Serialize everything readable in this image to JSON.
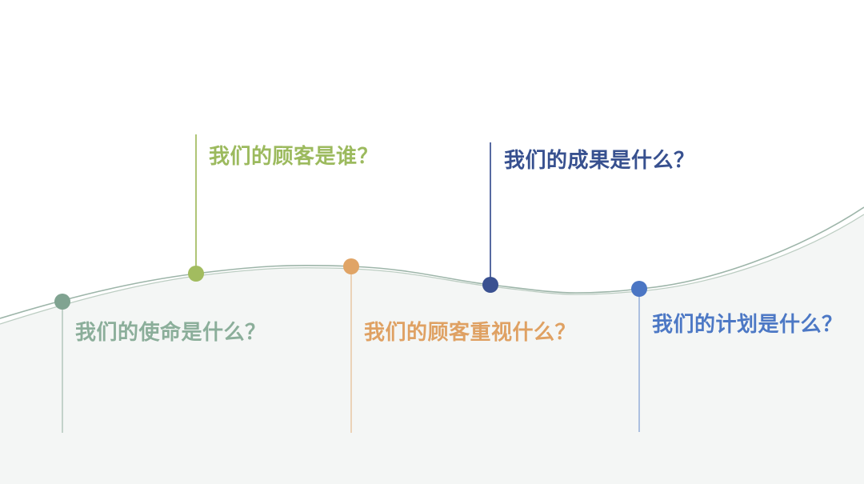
{
  "slide": {
    "background": "#ffffff",
    "curve": {
      "line_color": "#9DB5A9",
      "area_edge_color": "#BCCDC2",
      "area_fill": "#F4F6F5"
    }
  },
  "questions": [
    {
      "id": "mission",
      "label": "我们的使命是什么？",
      "color": "#8BAE9A",
      "dot_color": "#80A391",
      "position": "below-curve"
    },
    {
      "id": "customer",
      "label": "我们的顾客是谁？",
      "color": "#9CBA5E",
      "dot_color": "#A2BC5F",
      "position": "above-curve"
    },
    {
      "id": "customer_value",
      "label": "我们的顾客重视什么？",
      "color": "#DFA163",
      "dot_color": "#E0A466",
      "position": "below-curve"
    },
    {
      "id": "results",
      "label": "我们的成果是什么？",
      "color": "#37508F",
      "dot_color": "#3A5191",
      "position": "above-curve"
    },
    {
      "id": "plan",
      "label": "我们的计划是什么？",
      "color": "#4C78C5",
      "dot_color": "#4B76C4",
      "position": "below-curve"
    }
  ]
}
